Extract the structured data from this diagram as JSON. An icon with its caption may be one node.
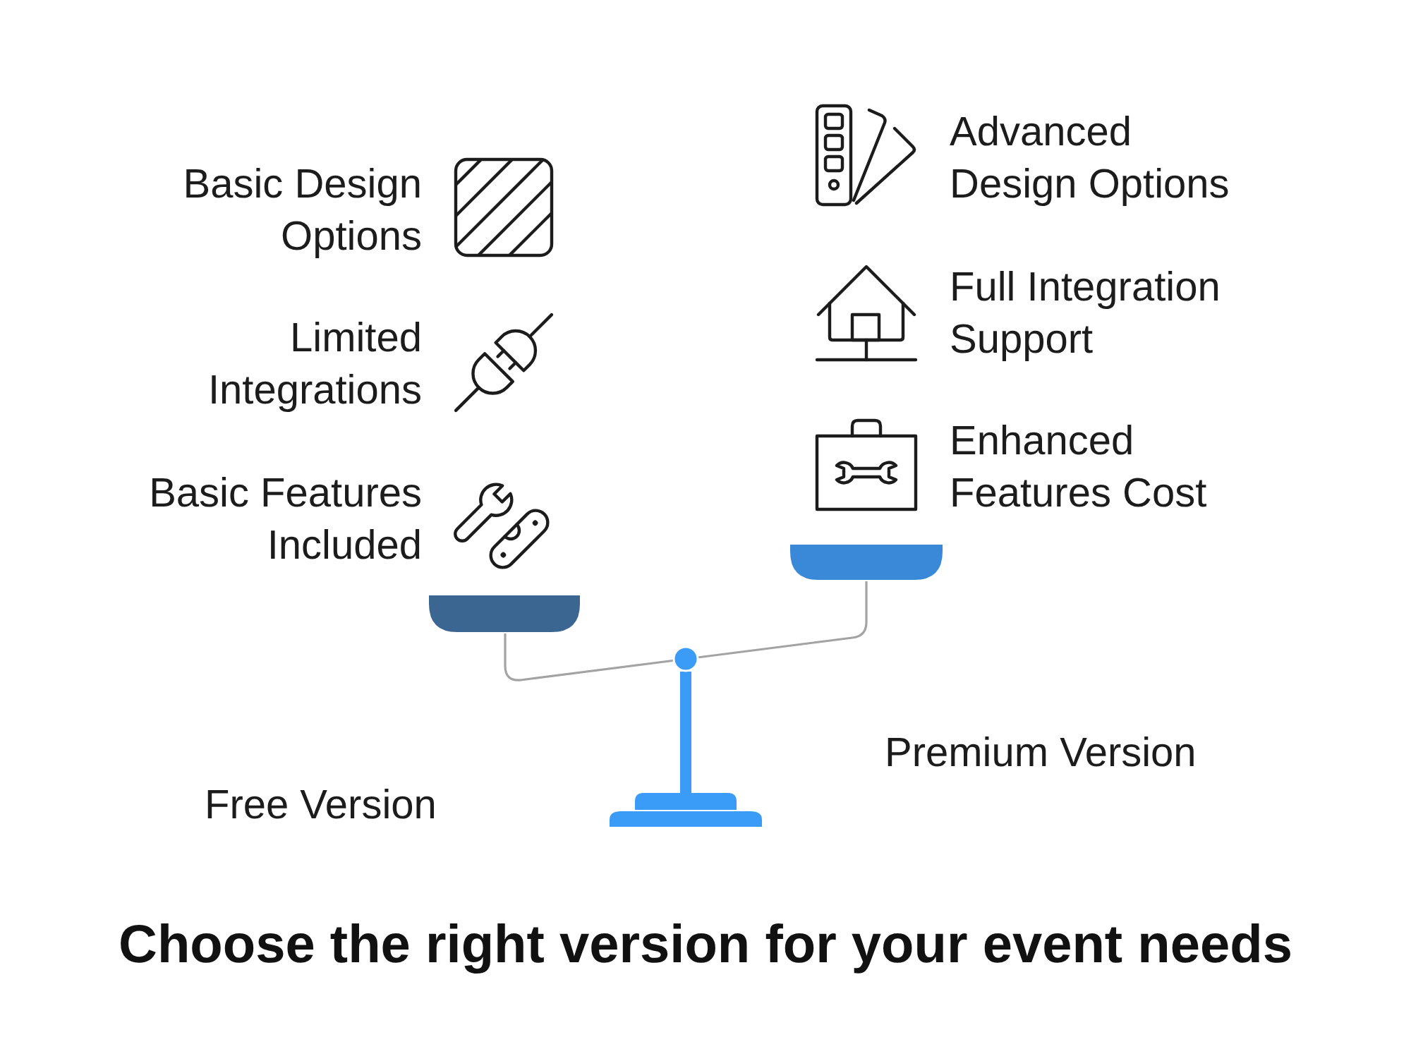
{
  "diagram": {
    "title": "Choose the right version for your event needs",
    "labels": [
      "Basic Design Options",
      "Limited Integrations",
      "Basic Features Included",
      "Advanced Design Options",
      "Full Integration Support",
      "Enhanced Features Cost",
      "Premium Version",
      "Free Version"
    ]
  }
}
